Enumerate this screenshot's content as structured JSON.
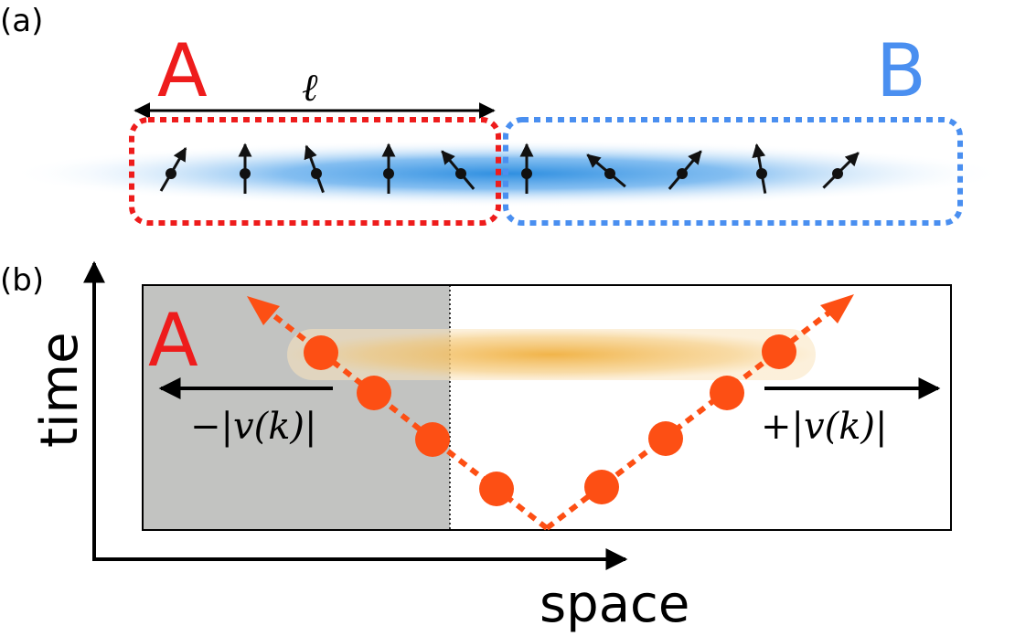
{
  "panel_a": {
    "label": "(a)",
    "region_a_label": "A",
    "region_b_label": "B",
    "length_symbol": "ℓ",
    "colors": {
      "region_a": "#ee1c1c",
      "region_b": "#4a8ff0",
      "cloud": "#2f8fe0",
      "spin": "#111111"
    },
    "spin_angles_deg": [
      30,
      0,
      -20,
      0,
      -40,
      0,
      -50,
      40,
      -10,
      45
    ]
  },
  "panel_b": {
    "label": "(b)",
    "region_a_label": "A",
    "y_axis_label": "time",
    "x_axis_label": "space",
    "left_velocity_label": "−|v(k)|",
    "right_velocity_label": "+|v(k)|",
    "colors": {
      "region_a": "#ee1c1c",
      "shade": "#c2c3c1",
      "quasiparticle": "#fd4f14",
      "correlation": "#f0b040"
    }
  }
}
